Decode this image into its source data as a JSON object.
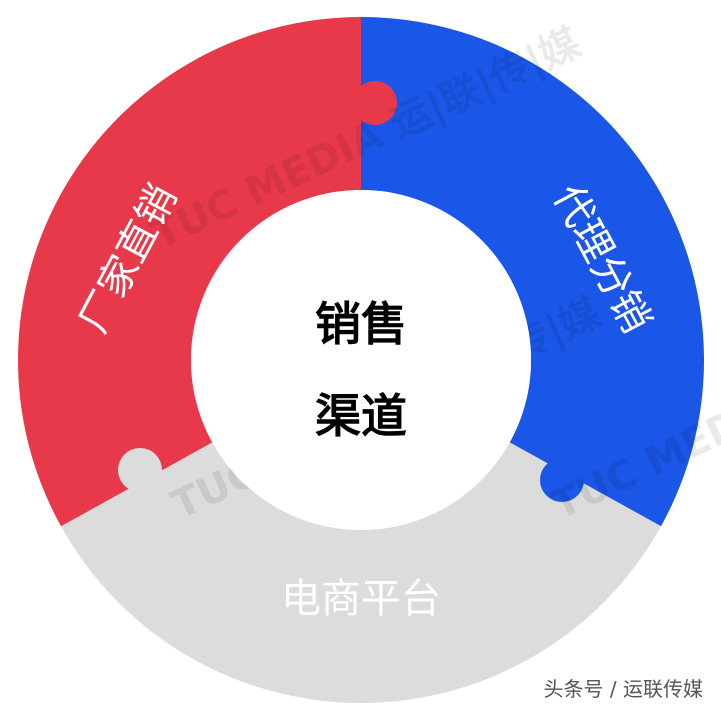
{
  "center": {
    "line1": "销售",
    "line2": "渠道"
  },
  "segments": [
    {
      "label": "代理分销",
      "color": "#1a56e8"
    },
    {
      "label": "电商平台",
      "color": "#dcdcdc"
    },
    {
      "label": "厂家直销",
      "color": "#e8394a"
    }
  ],
  "watermark": "TUC MEDIA 运|联|传|媒",
  "footer": "头条号 / 运联传媒"
}
